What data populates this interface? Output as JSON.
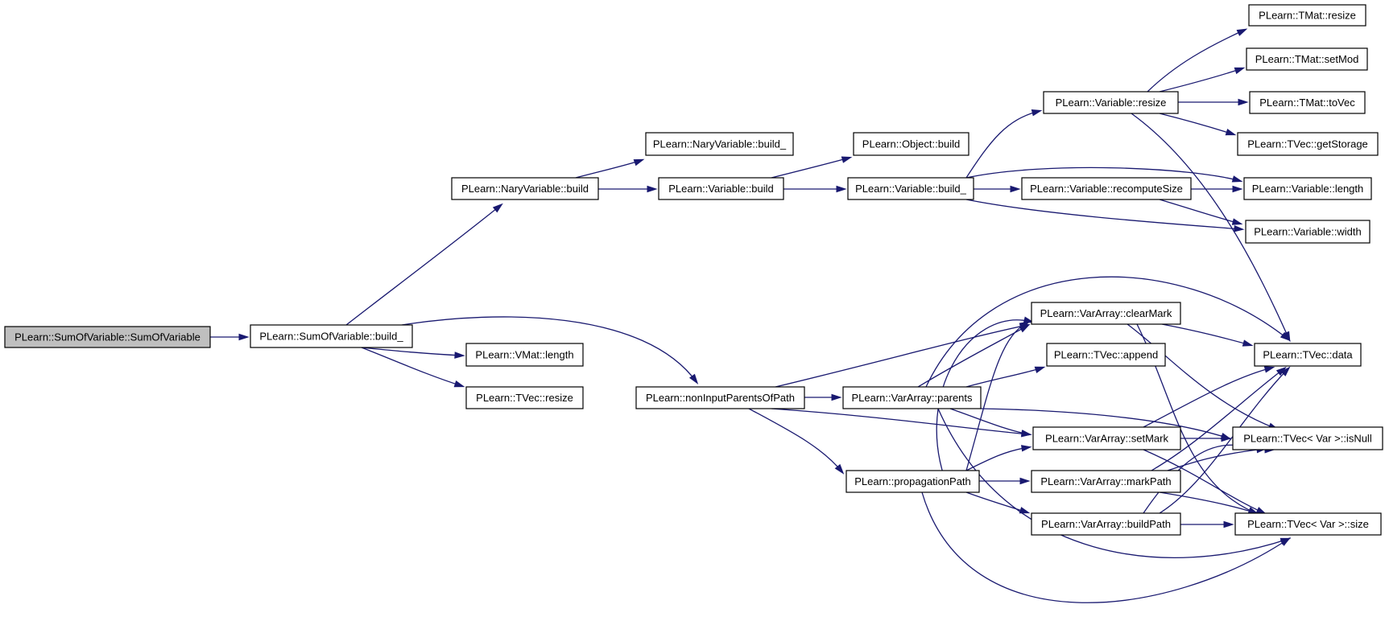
{
  "colors": {
    "edge": "#191970",
    "node_border": "#000000",
    "node_fill": "#ffffff",
    "root_fill": "#bfbfbf"
  },
  "nodes": [
    {
      "id": "n_root",
      "label": "PLearn::SumOfVariable::SumOfVariable",
      "root": true
    },
    {
      "id": "n_sov_build",
      "label": "PLearn::SumOfVariable::build_"
    },
    {
      "id": "n_nary_build",
      "label": "PLearn::NaryVariable::build"
    },
    {
      "id": "n_vmat_length",
      "label": "PLearn::VMat::length"
    },
    {
      "id": "n_tvec_resize",
      "label": "PLearn::TVec::resize"
    },
    {
      "id": "n_nary_build_",
      "label": "PLearn::NaryVariable::build_"
    },
    {
      "id": "n_var_build",
      "label": "PLearn::Variable::build"
    },
    {
      "id": "n_obj_build",
      "label": "PLearn::Object::build"
    },
    {
      "id": "n_var_build_",
      "label": "PLearn::Variable::build_"
    },
    {
      "id": "n_var_resize",
      "label": "PLearn::Variable::resize"
    },
    {
      "id": "n_var_recompute",
      "label": "PLearn::Variable::recomputeSize"
    },
    {
      "id": "n_tmat_resize",
      "label": "PLearn::TMat::resize"
    },
    {
      "id": "n_tmat_setmod",
      "label": "PLearn::TMat::setMod"
    },
    {
      "id": "n_tmat_tovec",
      "label": "PLearn::TMat::toVec"
    },
    {
      "id": "n_tvec_getstorage",
      "label": "PLearn::TVec::getStorage"
    },
    {
      "id": "n_var_length",
      "label": "PLearn::Variable::length"
    },
    {
      "id": "n_var_width",
      "label": "PLearn::Variable::width"
    },
    {
      "id": "n_noninput",
      "label": "PLearn::nonInputParentsOfPath"
    },
    {
      "id": "n_propagation",
      "label": "PLearn::propagationPath"
    },
    {
      "id": "n_va_parents",
      "label": "PLearn::VarArray::parents"
    },
    {
      "id": "n_va_clearmark",
      "label": "PLearn::VarArray::clearMark"
    },
    {
      "id": "n_tvec_append",
      "label": "PLearn::TVec::append"
    },
    {
      "id": "n_va_setmark",
      "label": "PLearn::VarArray::setMark"
    },
    {
      "id": "n_va_markpath",
      "label": "PLearn::VarArray::markPath"
    },
    {
      "id": "n_va_buildpath",
      "label": "PLearn::VarArray::buildPath"
    },
    {
      "id": "n_tvec_data",
      "label": "PLearn::TVec::data"
    },
    {
      "id": "n_tvecvar_isnull",
      "label": "PLearn::TVec< Var >::isNull"
    },
    {
      "id": "n_tvecvar_size",
      "label": "PLearn::TVec< Var >::size"
    }
  ],
  "edges": [
    {
      "from": "n_root",
      "to": "n_sov_build"
    },
    {
      "from": "n_sov_build",
      "to": "n_nary_build"
    },
    {
      "from": "n_sov_build",
      "to": "n_vmat_length"
    },
    {
      "from": "n_sov_build",
      "to": "n_tvec_resize"
    },
    {
      "from": "n_sov_build",
      "to": "n_noninput"
    },
    {
      "from": "n_nary_build",
      "to": "n_nary_build_"
    },
    {
      "from": "n_nary_build",
      "to": "n_var_build"
    },
    {
      "from": "n_var_build",
      "to": "n_obj_build"
    },
    {
      "from": "n_var_build",
      "to": "n_var_build_"
    },
    {
      "from": "n_var_build_",
      "to": "n_var_resize"
    },
    {
      "from": "n_var_build_",
      "to": "n_var_recompute"
    },
    {
      "from": "n_var_build_",
      "to": "n_var_length"
    },
    {
      "from": "n_var_build_",
      "to": "n_var_width"
    },
    {
      "from": "n_var_resize",
      "to": "n_tmat_resize"
    },
    {
      "from": "n_var_resize",
      "to": "n_tmat_setmod"
    },
    {
      "from": "n_var_resize",
      "to": "n_tmat_tovec"
    },
    {
      "from": "n_var_resize",
      "to": "n_tvec_getstorage"
    },
    {
      "from": "n_var_resize",
      "to": "n_tvec_data"
    },
    {
      "from": "n_var_recompute",
      "to": "n_var_length"
    },
    {
      "from": "n_var_recompute",
      "to": "n_var_width"
    },
    {
      "from": "n_noninput",
      "to": "n_va_clearmark"
    },
    {
      "from": "n_noninput",
      "to": "n_va_parents"
    },
    {
      "from": "n_noninput",
      "to": "n_va_setmark"
    },
    {
      "from": "n_noninput",
      "to": "n_propagation"
    },
    {
      "from": "n_va_parents",
      "to": "n_va_clearmark"
    },
    {
      "from": "n_va_parents",
      "to": "n_tvec_append"
    },
    {
      "from": "n_va_parents",
      "to": "n_va_setmark"
    },
    {
      "from": "n_va_parents",
      "to": "n_tvec_data"
    },
    {
      "from": "n_va_parents",
      "to": "n_tvecvar_isnull"
    },
    {
      "from": "n_va_parents",
      "to": "n_tvecvar_size"
    },
    {
      "from": "n_propagation",
      "to": "n_va_clearmark"
    },
    {
      "from": "n_propagation",
      "to": "n_va_setmark"
    },
    {
      "from": "n_propagation",
      "to": "n_va_markpath"
    },
    {
      "from": "n_propagation",
      "to": "n_va_buildpath"
    },
    {
      "from": "n_propagation",
      "to": "n_tvec_data"
    },
    {
      "from": "n_propagation",
      "to": "n_tvecvar_size"
    },
    {
      "from": "n_va_clearmark",
      "to": "n_tvec_data"
    },
    {
      "from": "n_va_clearmark",
      "to": "n_tvecvar_isnull"
    },
    {
      "from": "n_va_clearmark",
      "to": "n_tvecvar_size"
    },
    {
      "from": "n_va_setmark",
      "to": "n_tvec_data"
    },
    {
      "from": "n_va_setmark",
      "to": "n_tvecvar_isnull"
    },
    {
      "from": "n_va_setmark",
      "to": "n_tvecvar_size"
    },
    {
      "from": "n_va_markpath",
      "to": "n_tvec_data"
    },
    {
      "from": "n_va_markpath",
      "to": "n_tvecvar_isnull"
    },
    {
      "from": "n_va_markpath",
      "to": "n_tvecvar_size"
    },
    {
      "from": "n_va_buildpath",
      "to": "n_tvec_data"
    },
    {
      "from": "n_va_buildpath",
      "to": "n_tvecvar_isnull"
    },
    {
      "from": "n_va_buildpath",
      "to": "n_tvecvar_size"
    }
  ]
}
